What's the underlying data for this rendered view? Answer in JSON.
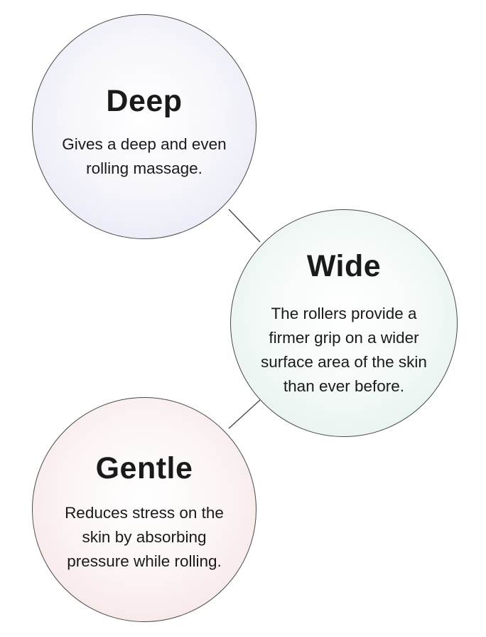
{
  "features": [
    {
      "title": "Deep",
      "description": "Gives a deep and even\nrolling massage."
    },
    {
      "title": "Wide",
      "description": "The rollers provide a\nfirmer grip on a wider\nsurface area of the skin\nthan ever before."
    },
    {
      "title": "Gentle",
      "description": "Reduces stress on the\nskin by absorbing\npressure while rolling."
    }
  ],
  "colors": {
    "deep_tint": "#e2e4f3",
    "wide_tint": "#dfeeea",
    "gentle_tint": "#f3e0e1",
    "outline": "#4a4a4a"
  }
}
